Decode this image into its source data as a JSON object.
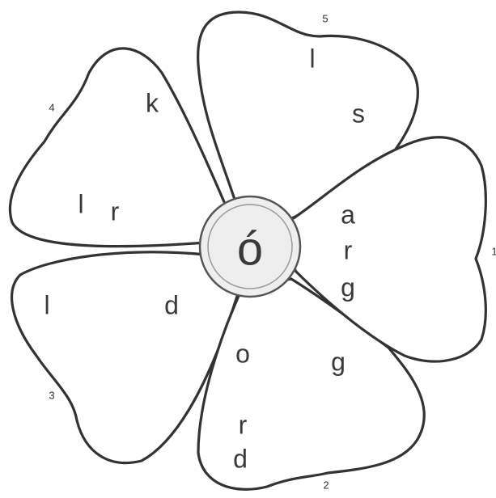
{
  "center": {
    "letter": "ó"
  },
  "petals": [
    {
      "number": "1",
      "letters": [
        "a",
        "r",
        "g"
      ]
    },
    {
      "number": "2",
      "letters": [
        "o",
        "g",
        "r",
        "d"
      ]
    },
    {
      "number": "3",
      "letters": [
        "l",
        "d"
      ]
    },
    {
      "number": "4",
      "letters": [
        "k",
        "l",
        "r"
      ]
    },
    {
      "number": "5",
      "letters": [
        "l",
        "s"
      ]
    }
  ],
  "colors": {
    "outline": "#333333",
    "center_fill": "#eeeeee",
    "text": "#3a3a3a"
  }
}
